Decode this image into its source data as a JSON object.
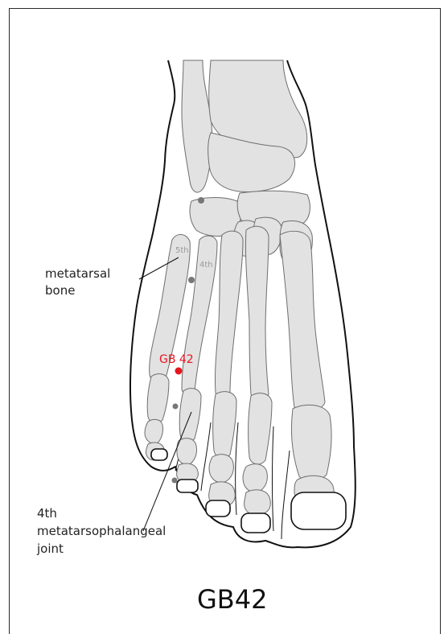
{
  "title": "GB42",
  "point": {
    "label": "GB 42",
    "color": "#e8141e"
  },
  "labels": {
    "metatarsal_line1": "metatarsal",
    "metatarsal_line2": "bone",
    "joint_line1": "4th",
    "joint_line2": "metatarsophalangeal",
    "joint_line3": "joint",
    "fifth": "5th",
    "fourth": "4th"
  },
  "colors": {
    "bone": "#e2e2e2",
    "marker": "#777777"
  }
}
